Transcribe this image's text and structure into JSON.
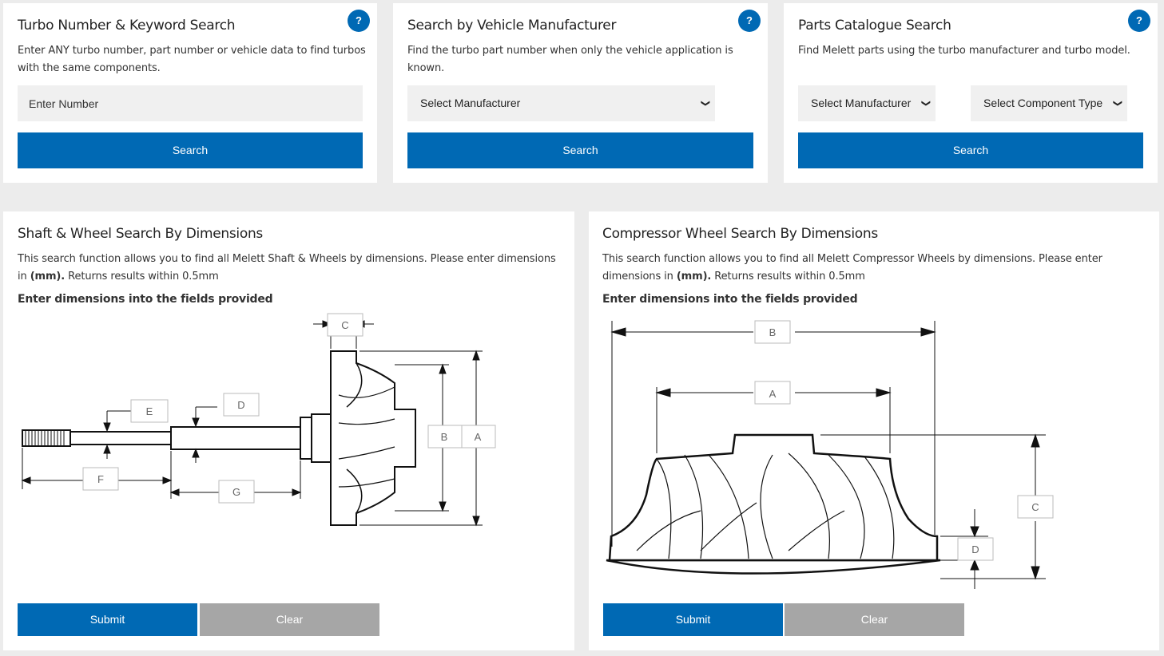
{
  "turbo_search": {
    "title": "Turbo Number & Keyword Search",
    "desc": "Enter ANY turbo number, part number or vehicle data to find turbos with the same components.",
    "input_placeholder": "Enter Number",
    "button": "Search",
    "help": "?"
  },
  "vehicle_search": {
    "title": "Search by Vehicle Manufacturer",
    "desc": "Find the turbo part number when only the vehicle application is known.",
    "select_manufacturer": "Select Manufacturer",
    "button": "Search",
    "help": "?"
  },
  "parts_search": {
    "title": "Parts Catalogue Search",
    "desc": "Find Melett parts using the turbo manufacturer and turbo model.",
    "select_manufacturer": "Select Manufacturer",
    "select_component": "Select Component Type",
    "button": "Search",
    "help": "?"
  },
  "shaft_search": {
    "title": "Shaft & Wheel Search By Dimensions",
    "desc_part1": "This search function allows you to find all Melett Shaft & Wheels by dimensions. Please enter dimensions in ",
    "desc_bold": "(mm).",
    "desc_part2": " Returns results within 0.5mm",
    "instruction": "Enter dimensions into the fields provided",
    "dim_labels": [
      "A",
      "B",
      "C",
      "D",
      "E",
      "F",
      "G"
    ],
    "submit": "Submit",
    "clear": "Clear"
  },
  "compressor_search": {
    "title": "Compressor Wheel Search By Dimensions",
    "desc_part1": "This search function allows you to find all Melett Compressor Wheels by dimensions. Please enter dimensions in ",
    "desc_bold": "(mm).",
    "desc_part2": " Returns results within 0.5mm",
    "instruction": "Enter dimensions into the fields provided",
    "dim_labels": [
      "A",
      "B",
      "C",
      "D"
    ],
    "submit": "Submit",
    "clear": "Clear"
  },
  "icons": {
    "help": "question-icon",
    "dropdown": "chevron-down-icon"
  },
  "colors": {
    "primary": "#0069b4",
    "clear_button": "#a6a6a6",
    "background": "#ececec",
    "field": "#f0f0f0"
  }
}
